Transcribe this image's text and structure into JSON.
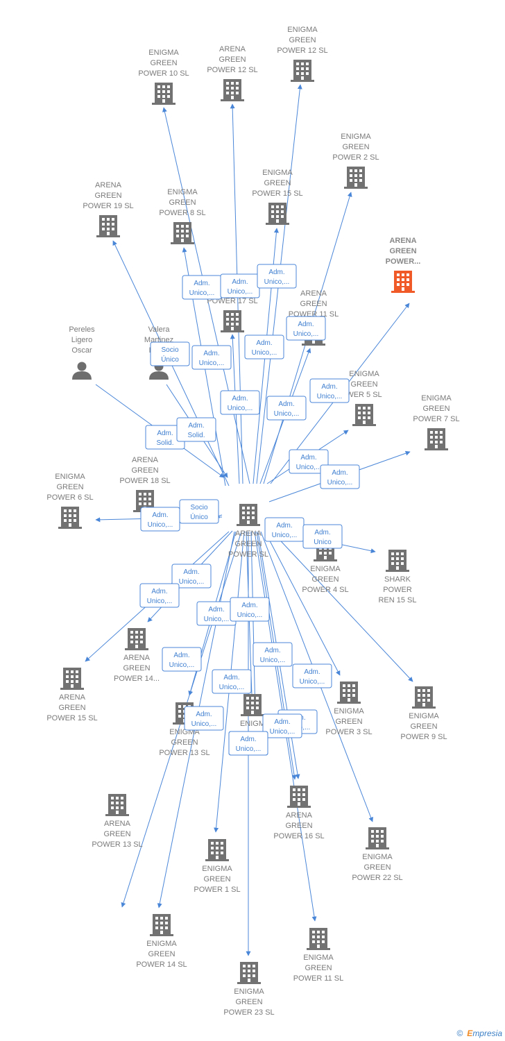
{
  "colors": {
    "edge": "#4a86d8",
    "building": "#727272",
    "highlight": "#f05a28",
    "person": "#6e6e6e",
    "label_border": "#4a86d8"
  },
  "nodes": [
    {
      "id": "center",
      "type": "company",
      "lines": [
        "ARENA",
        "GREEN",
        "POWER  SL"
      ]
    },
    {
      "id": "egp10",
      "type": "company",
      "lines": [
        "ENIGMA",
        "GREEN",
        "POWER 10  SL"
      ]
    },
    {
      "id": "agp12a",
      "type": "company",
      "lines": [
        "ARENA",
        "GREEN",
        "POWER 12  SL"
      ]
    },
    {
      "id": "egp12",
      "type": "company",
      "lines": [
        "ENIGMA",
        "GREEN",
        "POWER 12  SL"
      ]
    },
    {
      "id": "egp2",
      "type": "company",
      "lines": [
        "ENIGMA",
        "GREEN",
        "POWER 2  SL"
      ]
    },
    {
      "id": "agp19",
      "type": "company",
      "lines": [
        "ARENA",
        "GREEN",
        "POWER 19  SL"
      ]
    },
    {
      "id": "egp8",
      "type": "company",
      "lines": [
        "ENIGMA",
        "GREEN",
        "POWER 8  SL"
      ]
    },
    {
      "id": "agp15top",
      "type": "company",
      "lines": [
        "ENIGMA",
        "GREEN",
        "POWER 15  SL"
      ]
    },
    {
      "id": "agpdots",
      "type": "company",
      "highlight": true,
      "lines": [
        "ARENA",
        "GREEN",
        "POWER..."
      ]
    },
    {
      "id": "agp17",
      "type": "company",
      "lines": [
        "POWER 17  SL"
      ]
    },
    {
      "id": "agp11",
      "type": "company",
      "lines": [
        "ARENA",
        "GREEN",
        "POWER 11  SL"
      ]
    },
    {
      "id": "pereles",
      "type": "person",
      "lines": [
        "Pereles",
        "Ligero",
        "Oscar"
      ]
    },
    {
      "id": "valera",
      "type": "person",
      "lines": [
        "Valera",
        "Martinez",
        "Pab..."
      ]
    },
    {
      "id": "egp5",
      "type": "company",
      "lines": [
        "ENIGMA",
        "GREEN",
        "WER 5  SL"
      ]
    },
    {
      "id": "egp7",
      "type": "company",
      "lines": [
        "ENIGMA",
        "GREEN",
        "POWER 7  SL"
      ]
    },
    {
      "id": "agp18",
      "type": "company",
      "lines": [
        "ARENA",
        "GREEN",
        "POWER 18  SL"
      ]
    },
    {
      "id": "egp6",
      "type": "company",
      "lines": [
        "ENIGMA",
        "GREEN",
        "POWER 6  SL"
      ]
    },
    {
      "id": "egp4",
      "type": "company",
      "lines": [
        "ENIGMA",
        "GREEN",
        "POWER 4  SL"
      ]
    },
    {
      "id": "shark",
      "type": "company",
      "lines": [
        "SHARK",
        "POWER",
        "REN 15  SL"
      ]
    },
    {
      "id": "agp14",
      "type": "company",
      "lines": [
        "ARENA",
        "GREEN",
        "POWER 14..."
      ]
    },
    {
      "id": "agp15",
      "type": "company",
      "lines": [
        "ARENA",
        "GREEN",
        "POWER 15  SL"
      ]
    },
    {
      "id": "egp13",
      "type": "company",
      "lines": [
        "ENIGMA",
        "GREEN",
        "POWER 13  SL"
      ]
    },
    {
      "id": "egpmid",
      "type": "company",
      "lines": [
        "ENIGM",
        "P",
        "SL"
      ]
    },
    {
      "id": "egp3",
      "type": "company",
      "lines": [
        "ENIGMA",
        "GREEN",
        "POWER 3  SL"
      ]
    },
    {
      "id": "egp9",
      "type": "company",
      "lines": [
        "ENIGMA",
        "GREEN",
        "POWER 9  SL"
      ]
    },
    {
      "id": "agp13",
      "type": "company",
      "lines": [
        "ARENA",
        "GREEN",
        "POWER 13  SL"
      ]
    },
    {
      "id": "agp16",
      "type": "company",
      "lines": [
        "ARENA",
        "GREEN",
        "POWER 16  SL"
      ]
    },
    {
      "id": "egp22",
      "type": "company",
      "lines": [
        "ENIGMA",
        "GREEN",
        "POWER 22  SL"
      ]
    },
    {
      "id": "egp1",
      "type": "company",
      "lines": [
        "ENIGMA",
        "GREEN",
        "POWER 1  SL"
      ]
    },
    {
      "id": "egp14",
      "type": "company",
      "lines": [
        "ENIGMA",
        "GREEN",
        "POWER 14  SL"
      ]
    },
    {
      "id": "egp11",
      "type": "company",
      "lines": [
        "ENIGMA",
        "GREEN",
        "POWER 11  SL"
      ]
    },
    {
      "id": "egp23",
      "type": "company",
      "lines": [
        "ENIGMA",
        "GREEN",
        "POWER 23  SL"
      ]
    }
  ],
  "relations": [
    {
      "lines": [
        "Adm.",
        "Unico,..."
      ]
    },
    {
      "lines": [
        "Adm.",
        "Unico,..."
      ]
    },
    {
      "lines": [
        "Adm.",
        "Unico,..."
      ]
    },
    {
      "lines": [
        "Adm.",
        "Unico,..."
      ]
    },
    {
      "lines": [
        "Socio",
        "Único"
      ]
    },
    {
      "lines": [
        "Adm.",
        "Unico,..."
      ]
    },
    {
      "lines": [
        "Adm.",
        "Unico,..."
      ]
    },
    {
      "lines": [
        "Adm.",
        "Unico,..."
      ]
    },
    {
      "lines": [
        "Adm.",
        "Unico,..."
      ]
    },
    {
      "lines": [
        "Adm.",
        "Unico,..."
      ]
    },
    {
      "lines": [
        "Adm.",
        "Solid."
      ]
    },
    {
      "lines": [
        "Adm.",
        "Solid."
      ]
    },
    {
      "lines": [
        "Adm.",
        "Unico,..."
      ]
    },
    {
      "lines": [
        "Adm.",
        "Unico,..."
      ]
    },
    {
      "lines": [
        "Adm.",
        "Unico,..."
      ]
    },
    {
      "lines": [
        "Socio",
        "Único"
      ]
    },
    {
      "lines": [
        "Adm.",
        "Unico,..."
      ]
    },
    {
      "lines": [
        "Adm.",
        "Unico"
      ]
    },
    {
      "lines": [
        "Adm.",
        "Unico,..."
      ]
    },
    {
      "lines": [
        "Adm.",
        "Unico,..."
      ]
    },
    {
      "lines": [
        "Adm.",
        "Unico,..."
      ]
    },
    {
      "lines": [
        "Adm.",
        "Unico,..."
      ]
    },
    {
      "lines": [
        "Adm.",
        "Unico,..."
      ]
    },
    {
      "lines": [
        "Adm.",
        "Unico,..."
      ]
    },
    {
      "lines": [
        "Adm.",
        "Unico,..."
      ]
    },
    {
      "lines": [
        "Adm.",
        "Unico,..."
      ]
    },
    {
      "lines": [
        "Adm.",
        "Unico,..."
      ]
    },
    {
      "lines": [
        "Adm.",
        "Unico,..."
      ]
    },
    {
      "lines": [
        "Adm.",
        "Unico,..."
      ]
    },
    {
      "lines": [
        "Adm.",
        "Unico,..."
      ]
    },
    {
      "lines": [
        "Adm.",
        "Unico,..."
      ]
    },
    {
      "lines": [
        "Adm.",
        "Unico,..."
      ]
    }
  ],
  "footer": {
    "copyright": "©",
    "brand_first": "E",
    "brand_rest": "mpresia"
  }
}
